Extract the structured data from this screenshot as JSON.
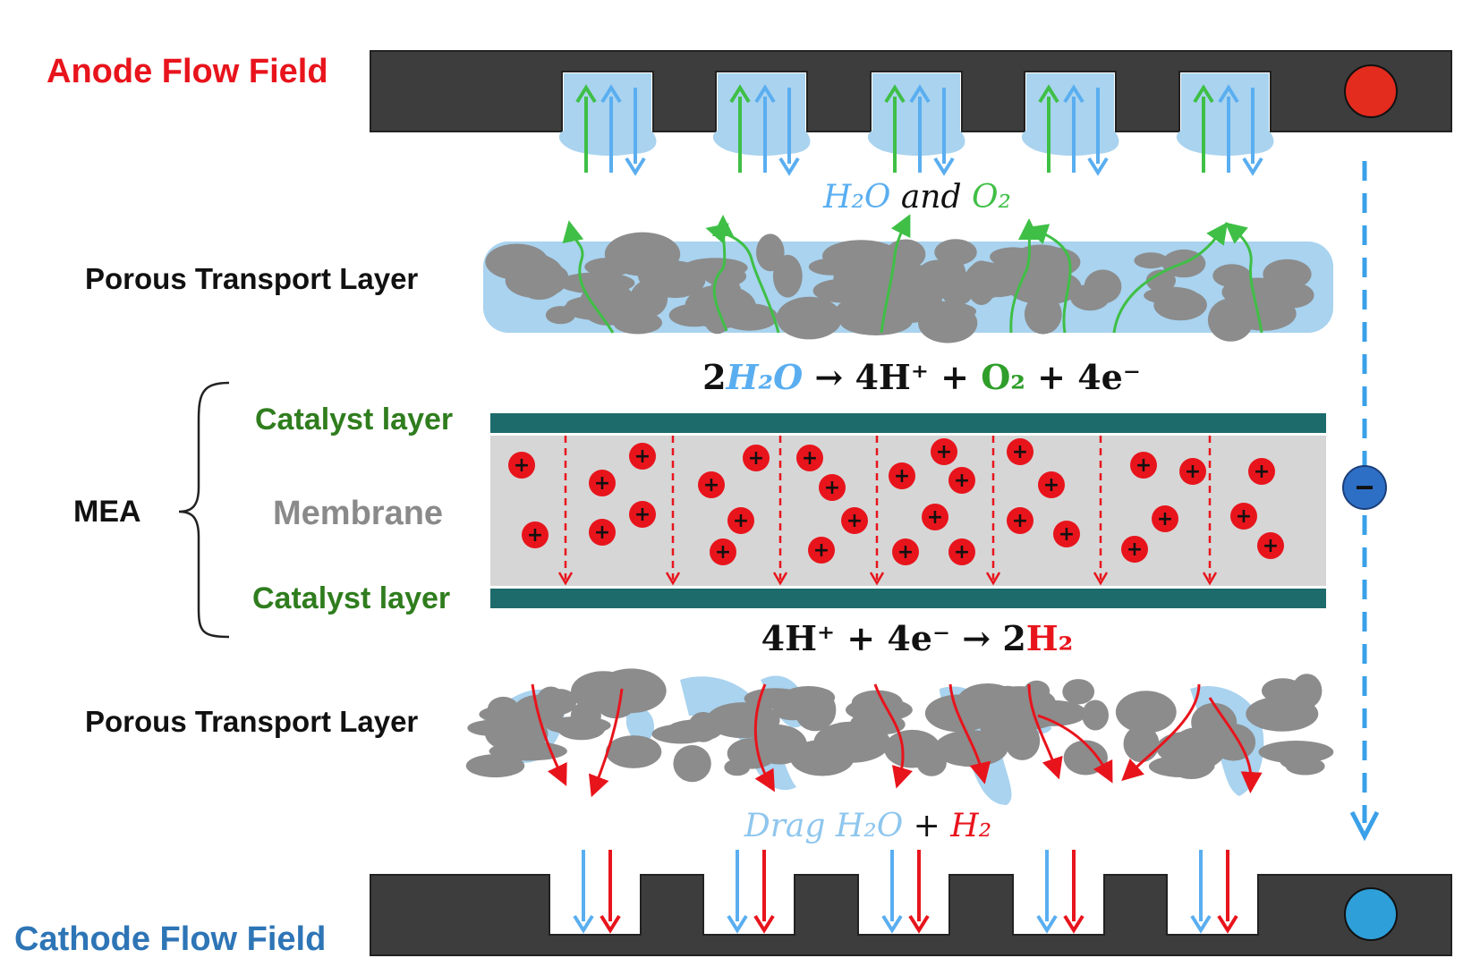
{
  "labels": {
    "anode": "Anode Flow Field",
    "cathode": "Cathode Flow Field",
    "ptl_top": "Porous Transport Layer",
    "ptl_bottom": "Porous Transport Layer",
    "mea": "MEA",
    "catalyst_top": "Catalyst layer",
    "catalyst_bottom": "Catalyst layer",
    "membrane": "Membrane"
  },
  "equations": {
    "top_products": {
      "h2o": "H₂O",
      "and": " and ",
      "o2": "O₂"
    },
    "anode_reaction": {
      "c1": "2",
      "h2o": "H₂O",
      "c2": " → 4H⁺ + ",
      "o2": "O₂",
      "c3": " + 4e⁻"
    },
    "cathode_reaction": {
      "c1": "4H⁺ + 4e⁻ → 2",
      "h2": "H₂"
    },
    "bottom_products": {
      "drag": "Drag H₂O",
      "plus": " + ",
      "h2": "H₂"
    }
  },
  "symbols": {
    "electron": "−",
    "proton": "+"
  },
  "colors": {
    "plate": "#3d3d3d",
    "anode_red": "#e8141c",
    "cathode_blue": "#2e75b6",
    "water": "#a9d3ef",
    "arrow_blue": "#5aaef0",
    "oxygen_green": "#3fbf46",
    "hydrogen_red": "#e8141c",
    "catalyst": "#1e6b6b",
    "membrane": "#d6d6d6",
    "particle": "#8c8c8c",
    "label_green": "#2f7d1e",
    "membrane_text": "#8a8a8a"
  }
}
